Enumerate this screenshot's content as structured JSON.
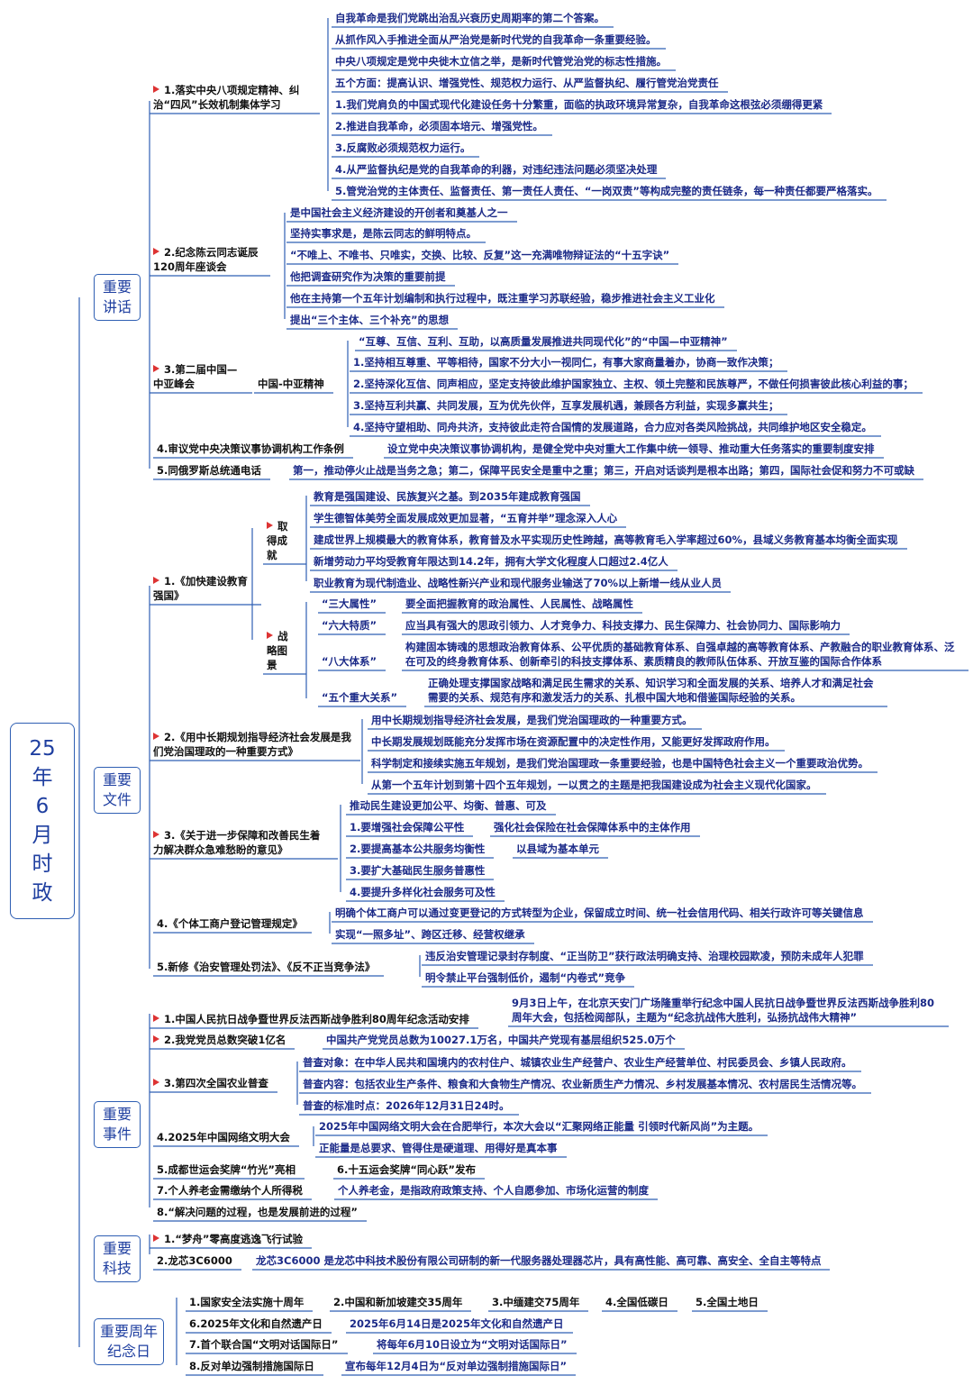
{
  "root": {
    "label": "25年6月时政"
  },
  "categories": [
    {
      "id": "c1",
      "label": "重要讲话"
    },
    {
      "id": "c2",
      "label": "重要文件"
    },
    {
      "id": "c3",
      "label": "重要事件"
    },
    {
      "id": "c4",
      "label": "重要科技"
    },
    {
      "id": "c5",
      "label": "重要周年纪念日"
    }
  ],
  "nodes": {
    "s1": "1.落实中央八项规定精神、纠治“四风”长效机制集体学习",
    "s1a": "自我革命是我们党跳出治乱兴衰历史周期率的第二个答案。",
    "s1b": "从抓作风入手推进全面从严治党是新时代党的自我革命一条重要经验。",
    "s1c": "中央八项规定是党中央徙木立信之举，是新时代管党治党的标志性措施。",
    "s1d": "五个方面：提高认识、增强党性、规范权力运行、从严监督执纪、履行管党治党责任",
    "s1e": "1.我们党肩负的中国式现代化建设任务十分繁重，面临的执政环境异常复杂，自我革命这根弦必须绷得更紧",
    "s1f": "2.推进自我革命，必须固本培元、增强党性。",
    "s1g": "3.反腐败必须规范权力运行。",
    "s1h": "4.从严监督执纪是党的自我革命的利器，对违纪违法问题必须坚决处理",
    "s1i": "5.管党治党的主体责任、监督责任、第一责任人责任、“一岗双责”等构成完整的责任链条，每一种责任都要严格落实。",
    "s2": "2.纪念陈云同志诞辰120周年座谈会",
    "s2a": "是中国社会主义经济建设的开创者和奠基人之一",
    "s2b": "坚持实事求是，是陈云同志的鲜明特点。",
    "s2c": "“不唯上、不唯书、只唯实，交换、比较、反复”这一充满唯物辩证法的“十五字诀”",
    "s2d": "他把调查研究作为决策的重要前提",
    "s2e": "他在主持第一个五年计划编制和执行过程中，既注重学习苏联经验，稳步推进社会主义工业化",
    "s2f": "提出“三个主体、三个补充”的思想",
    "s3": "3.第二届中国—中亚峰会",
    "s3x": "中国-中亚精神",
    "s3a": "“互尊、互信、互利、互助，以高质量发展推进共同现代化”的“中国—中亚精神”",
    "s3b": "1.坚持相互尊重、平等相待，国家不分大小一视同仁，有事大家商量着办，协商一致作决策；",
    "s3c": "2.坚持深化互信、同声相应，坚定支持彼此维护国家独立、主权、领土完整和民族尊严，不做任何损害彼此核心利益的事；",
    "s3d": "3.坚持互利共赢、共同发展，互为优先伙伴，互享发展机遇，兼顾各方利益，实现多赢共生；",
    "s3e": "4.坚持守望相助、同舟共济，支持彼此走符合国情的发展道路，合力应对各类风险挑战，共同维护地区安全稳定。",
    "s4": "4.审议党中央决策议事协调机构工作条例",
    "s4a": "设立党中央决策议事协调机构，是健全党中央对重大工作集中统一领导、推动重大任务落实的重要制度安排",
    "s5": "5.同俄罗斯总统通电话",
    "s5a": "第一，推动停火止战是当务之急；第二，保障平民安全是重中之重；第三，开启对话谈判是根本出路；第四，国际社会促和努力不可或缺",
    "f1": "1.《加快建设教育强国》",
    "f1x": "取得成就",
    "f1a": "教育是强国建设、民族复兴之基。到2035年建成教育强国",
    "f1b": "学生德智体美劳全面发展成效更加显著，“五育并举”理念深入人心",
    "f1c": "建成世界上规模最大的教育体系，教育普及水平实现历史性跨越，高等教育毛入学率超过60%，县域义务教育基本均衡全面实现",
    "f1d": "新增劳动力平均受教育年限达到14.2年，拥有大学文化程度人口超过2.4亿人",
    "f1e": "职业教育为现代制造业、战略性新兴产业和现代服务业输送了70%以上新增一线从业人员",
    "f1y": "战略图景",
    "f1f1": "“三大属性”",
    "f1f2": "要全面把握教育的政治属性、人民属性、战略属性",
    "f1g1": "“六大特质”",
    "f1g2": "应当具有强大的思政引领力、人才竞争力、科技支撑力、民生保障力、社会协同力、国际影响力",
    "f1h1": "“八大体系”",
    "f1h2": "构建固本铸魂的思想政治教育体系、公平优质的基础教育体系、自强卓越的高等教育体系、产教融合的职业教育体系、泛在可及的终身教育体系、创新牵引的科技支撑体系、素质精良的教师队伍体系、开放互鉴的国际合作体系",
    "f1i1": "“五个重大关系”",
    "f1i2": "正确处理支撑国家战略和满足民生需求的关系、知识学习和全面发展的关系、培养人才和满足社会需要的关系、规范有序和激发活力的关系、扎根中国大地和借鉴国际经验的关系。",
    "f2": "2.《用中长期规划指导经济社会发展是我们党治国理政的一种重要方式》",
    "f2a": "用中长期规划指导经济社会发展，是我们党治国理政的一种重要方式。",
    "f2b": "中长期发展规划既能充分发挥市场在资源配置中的决定性作用，又能更好发挥政府作用。",
    "f2c": "科学制定和接续实施五年规划，是我们党治国理政一条重要经验，也是中国特色社会主义一个重要政治优势。",
    "f2d": "从第一个五年计划到第十四个五年规划，一以贯之的主题是把我国建设成为社会主义现代化国家。",
    "f3": "3.《关于进一步保障和改善民生着力解决群众急难愁盼的意见》",
    "f3a": "推动民生建设更加公平、均衡、普惠、可及",
    "f3b1": "1.要增强社会保障公平性",
    "f3b2": "强化社会保险在社会保障体系中的主体作用",
    "f3c1": "2.要提高基本公共服务均衡性",
    "f3c2": "以县域为基本单元",
    "f3d": "3.要扩大基础民生服务普惠性",
    "f3e": "4.要提升多样化社会服务可及性",
    "f4": "4.《个体工商户登记管理规定》",
    "f4a": "明确个体工商户可以通过变更登记的方式转型为企业，保留成立时间、统一社会信用代码、相关行政许可等关键信息",
    "f4b": "实现“一照多址”、跨区迁移、经营权继承",
    "f5": "5.新修《治安管理处罚法》、《反不正当竞争法》",
    "f5a": "违反治安管理记录封存制度、“正当防卫”获行政法明确支持、治理校园欺凌，预防未成年人犯罪",
    "f5b": "明令禁止平台强制低价，遏制“内卷式”竞争",
    "e1": "1.中国人民抗日战争暨世界反法西斯战争胜利80周年纪念活动安排",
    "e1a": "9月3日上午，在北京天安门广场隆重举行纪念中国人民抗日战争暨世界反法西斯战争胜利80周年大会，包括检阅部队，主题为“纪念抗战伟大胜利，弘扬抗战伟大精神”",
    "e2": "2.我党党员总数突破1亿名",
    "e2a": "中国共产党党员总数为10027.1万名，中国共产党现有基层组织525.0万个",
    "e3": "3.第四次全国农业普查",
    "e3a": "普查对象：在中华人民共和国境内的农村住户、城镇农业生产经营户、农业生产经营单位、村民委员会、乡镇人民政府。",
    "e3b": "普查内容：包括农业生产条件、粮食和大食物生产情况、农业新质生产力情况、乡村发展基本情况、农村居民生活情况等。",
    "e3c": "普查的标准时点：2026年12月31日24时。",
    "e4": "4.2025年中国网络文明大会",
    "e4a": "2025年中国网络文明大会在合肥举行，本次大会以“汇聚网络正能量 引领时代新风尚”为主题。",
    "e4b": "正能量是总要求、管得住是硬道理、用得好是真本事",
    "e5": "5.成都世运会奖牌“竹光”亮相",
    "e6": "6.十五运会奖牌“同心跃”发布",
    "e7": "7.个人养老金需缴纳个人所得税",
    "e7a": "个人养老金，是指政府政策支持、个人自愿参加、市场化运营的制度",
    "e8": "8.“解决问题的过程，也是发展前进的过程”",
    "t1": "1.“梦舟”零高度逃逸飞行试验",
    "t2": "2.龙芯3C6000",
    "t2a": "龙芯3C6000 是龙芯中科技术股份有限公司研制的新一代服务器处理器芯片，具有高性能、高可靠、高安全、全自主等特点",
    "a1": "1.国家安全法实施十周年",
    "a2": "2.中国和新加坡建交35周年",
    "a3": "3.中缅建交75周年",
    "a4": "4.全国低碳日",
    "a5": "5.全国土地日",
    "a6": "6.2025年文化和自然遗产日",
    "a6a": "2025年6月14日是2025年文化和自然遗产日",
    "a7": "7.首个联合国“文明对话国际日”",
    "a7a": "将每年6月10日设立为“文明对话国际日”",
    "a8": "8.反对单边强制措施国际日",
    "a8a": "宣布每年12月4日为“反对单边强制措施国际日”"
  },
  "colors": {
    "accent": "#1f3fa0",
    "leaf_text": "#1b2a88",
    "line": "#2f5fb3",
    "flag": "#dd3333"
  }
}
